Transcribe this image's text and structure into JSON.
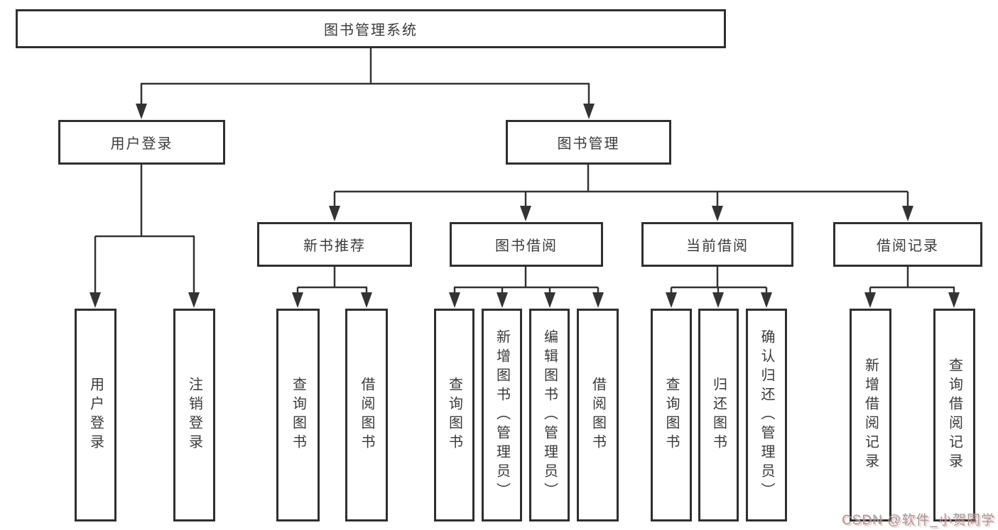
{
  "diagram": {
    "root": "图书管理系统",
    "level2": {
      "user_login": "用户登录",
      "book_management": "图书管理"
    },
    "level3": {
      "new_book_recommend": "新书推荐",
      "book_borrow": "图书借阅",
      "current_borrow": "当前借阅",
      "borrow_records": "借阅记录"
    },
    "leaves": {
      "user_login_group": {
        "user_login": "用户登录",
        "logout": "注销登录"
      },
      "new_book_recommend_group": {
        "query_books": "查询图书",
        "borrow_books": "借阅图书"
      },
      "book_borrow_group": {
        "query_books": "查询图书",
        "add_books_admin": "新增图书（管理员）",
        "edit_books_admin": "编辑图书（管理员）",
        "borrow_books": "借阅图书"
      },
      "current_borrow_group": {
        "query_books": "查询图书",
        "return_books": "归还图书",
        "confirm_return_admin": "确认归还（管理员）"
      },
      "borrow_records_group": {
        "add_borrow_record": "新增借阅记录",
        "query_borrow_record": "查询借阅记录"
      }
    }
  },
  "watermark": "CSDN @软件_小贺同学",
  "colors": {
    "line": "#333333",
    "box_border": "#2f2f2f",
    "text": "#3a3a3a",
    "background": "#ffffff",
    "watermark_gray": "#9c9c9c",
    "watermark_pink": "#ff8c8c"
  }
}
